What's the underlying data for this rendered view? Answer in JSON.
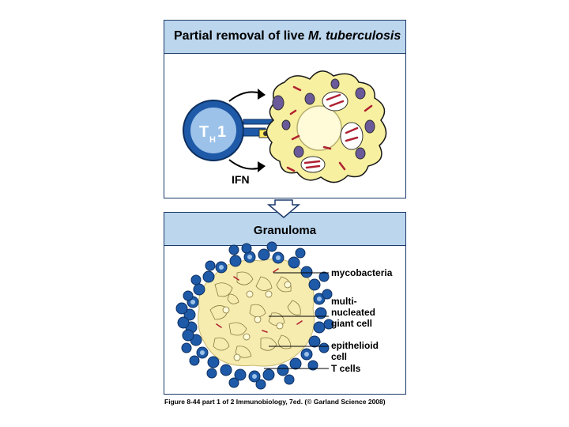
{
  "top_panel": {
    "title_prefix": "Partial removal of live ",
    "title_italic": "M. tuberculosis",
    "th1_label_main": "T",
    "th1_label_sub": "H",
    "th1_label_num": "1",
    "ifn_label": "IFN"
  },
  "bottom_panel": {
    "title": "Granuloma",
    "labels": {
      "mycobacteria": "mycobacteria",
      "giant_cell_1": "multi-",
      "giant_cell_2": "nucleated",
      "giant_cell_3": "giant cell",
      "epithelioid_1": "epithelioid",
      "epithelioid_2": "cell",
      "t_cells": "T cells"
    }
  },
  "caption": "Figure 8-44 part 1 of 2  Immunobiology, 7ed. (© Garland Science 2008)",
  "colors": {
    "header_blue": "#bcd6ee",
    "border_navy": "#1a3a6a",
    "t_cell_blue": "#1e5aa8",
    "macrophage_yellow": "#f7f0a0",
    "vacuole_purple": "#6a5a9a",
    "bacteria_red": "#b02030"
  }
}
